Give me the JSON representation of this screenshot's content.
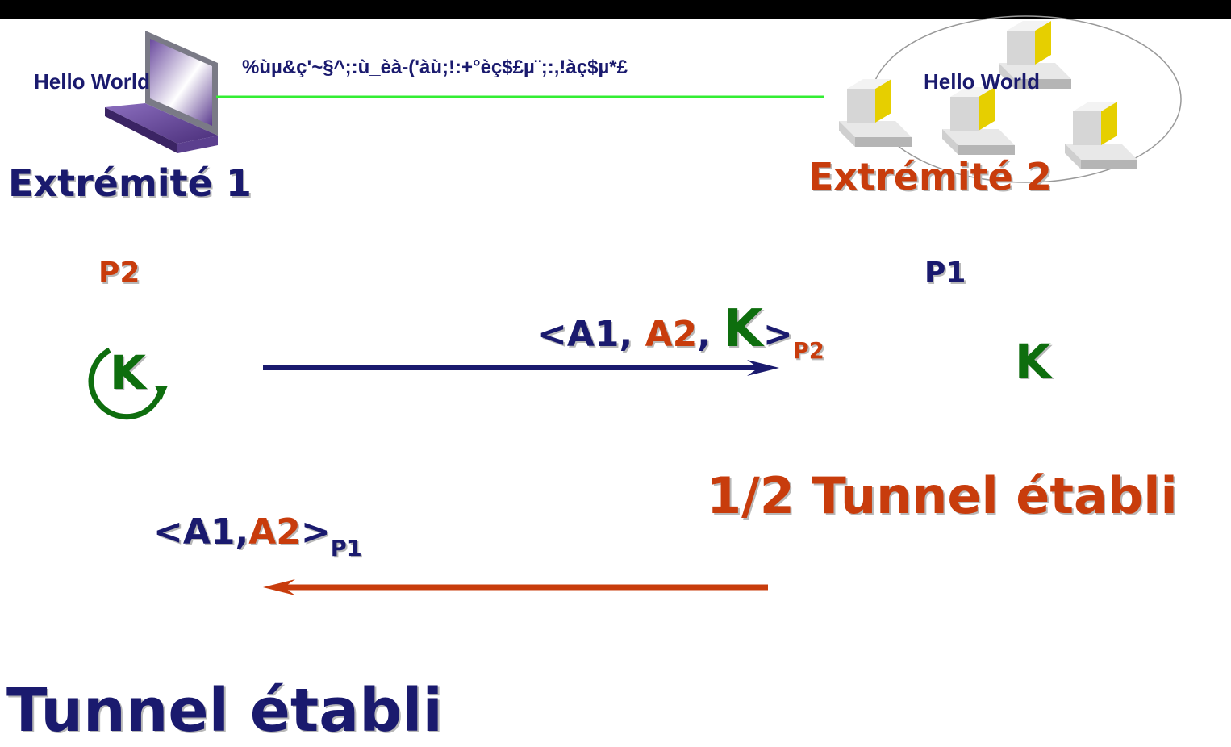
{
  "top_link": {
    "left_label": "Hello World",
    "right_label": "Hello World",
    "ciphertext": "%ùµ&ç'~§^;:ù_èà-('àù;!:+°èç$£µ¨;:,!àç$µ*£",
    "line_color": "#33ee33"
  },
  "endpoints": {
    "left": {
      "title": "Extrémité 1",
      "key_label": "P2",
      "key_symbol": "K",
      "device_icon": "laptop-icon"
    },
    "right": {
      "title": "Extrémité 2",
      "key_label": "P1",
      "key_symbol": "K",
      "device_icon": "network-cluster-icon"
    }
  },
  "message1": {
    "open": "<A1, ",
    "a2": "A2",
    "sep": ", ",
    "k": "K",
    "close": ">",
    "sub": "P2"
  },
  "half_tunnel": "1/2 Tunnel établi",
  "message2": {
    "open": "<A1,",
    "a2": "A2",
    "close": ">",
    "sub": "P1"
  },
  "final": "Tunnel établi",
  "colors": {
    "navy": "#1a1a6e",
    "red": "#c83c0c",
    "green": "#0e6e0e",
    "arrow_navy": "#1a1a6e",
    "arrow_red": "#c83c0c"
  }
}
